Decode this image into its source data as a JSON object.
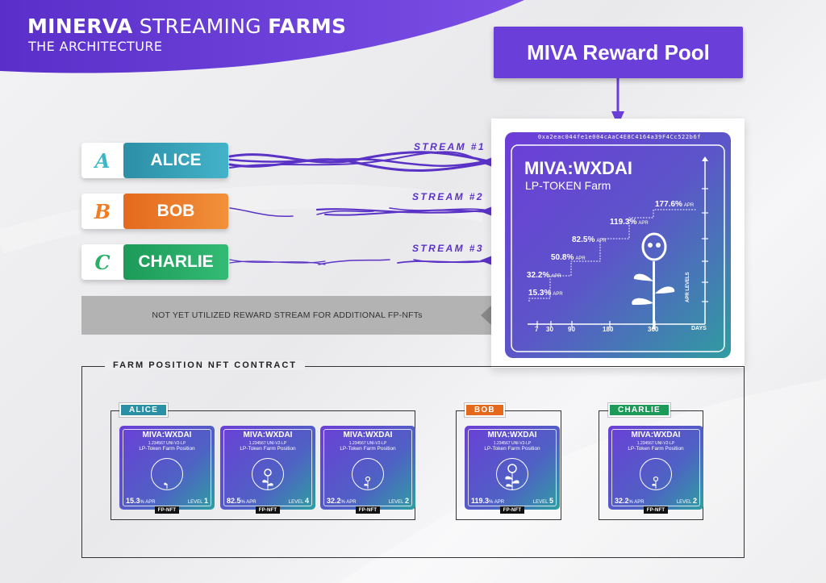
{
  "header": {
    "title_bold1": "MINERVA",
    "title_light": "STREAMING",
    "title_bold2": "FARMS",
    "subtitle": "THE ARCHITECTURE"
  },
  "reward_pool": {
    "label": "MIVA Reward Pool"
  },
  "users": [
    {
      "letter": "A",
      "name": "ALICE",
      "color": "#3bb6c6"
    },
    {
      "letter": "B",
      "name": "BOB",
      "color": "#ef7d23"
    },
    {
      "letter": "C",
      "name": "CHARLIE",
      "color": "#2aae66"
    }
  ],
  "streams": [
    "STREAM #1",
    "STREAM #2",
    "STREAM #3"
  ],
  "unused_stream": "NOT YET UTILIZED REWARD STREAM FOR ADDITIONAL FP-NFTs",
  "farm": {
    "address": "0xa2eac044fe1e004cAaC4E8C4164a39F4Cc522b6f",
    "title": "MIVA:WXDAI",
    "subtitle": "LP-TOKEN Farm",
    "apr_unit": "APR",
    "y_axis_label": "APR LEVELS",
    "x_axis_unit": "DAYS",
    "levels": [
      {
        "days": 7,
        "apr": "15.3%"
      },
      {
        "days": 30,
        "apr": "32.2%"
      },
      {
        "days": 90,
        "apr": "50.8%"
      },
      {
        "days": 90,
        "apr": "82.5%"
      },
      {
        "days": 180,
        "apr": "119.3%"
      },
      {
        "days": 360,
        "apr": "177.6%"
      }
    ],
    "x_ticks": [
      "7",
      "30",
      "90",
      "180",
      "360"
    ]
  },
  "contract": {
    "label": "FARM POSITION NFT CONTRACT",
    "groups": [
      {
        "owner": "ALICE",
        "color": "#2b8fa6"
      },
      {
        "owner": "BOB",
        "color": "#e4691c"
      },
      {
        "owner": "CHARLIE",
        "color": "#1d9a58"
      }
    ],
    "card_title": "MIVA:WXDAI",
    "card_sub1": "1.234567 UNI-V2-LP",
    "card_sub2": "LP-Token Farm Position",
    "card_badge": "FP-NFT",
    "apr_unit": "APR",
    "level_label": "LEVEL",
    "cards": [
      {
        "apr": "15.3",
        "level": "1"
      },
      {
        "apr": "82.5",
        "level": "4"
      },
      {
        "apr": "32.2",
        "level": "2"
      },
      {
        "apr": "119.3",
        "level": "5"
      },
      {
        "apr": "32.2",
        "level": "2"
      }
    ]
  }
}
